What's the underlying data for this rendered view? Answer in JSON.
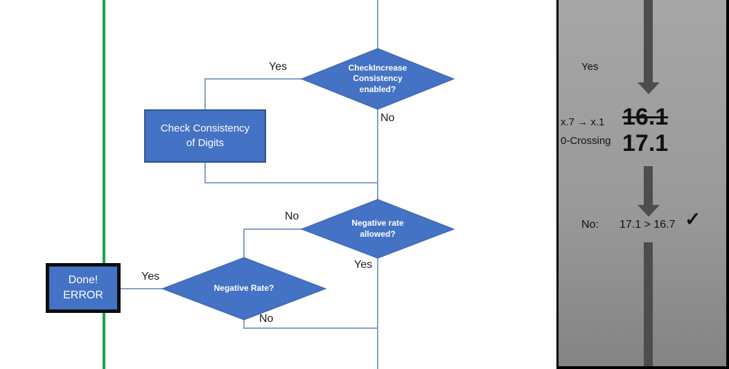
{
  "flowchart": {
    "decision_check_increase": "CheckIncrease\nConsistency\nenabled?",
    "process_check_consistency": "Check Consistency\nof Digits",
    "decision_negative_rate_allowed": "Negative rate\nallowed?",
    "decision_negative_rate": "Negative Rate?",
    "terminal_done_error": "Done!\nERROR",
    "edge_labels": {
      "check_increase_yes": "Yes",
      "check_increase_no": "No",
      "negative_rate_allowed_no": "No",
      "negative_rate_allowed_yes": "Yes",
      "negative_rate_yes": "Yes",
      "negative_rate_no": "No"
    }
  },
  "side_panel": {
    "yes_label": "Yes",
    "rule_line1": "x.7 → x.1",
    "rule_line2": "0-Crossing",
    "value_old": "16.1",
    "value_new": "17.1",
    "result_label": "No:",
    "result_comparison": "17.1 > 16.7",
    "checkmark": "✓"
  },
  "colors": {
    "shape_blue": "#4472c4",
    "shape_border_blue": "#2f528f",
    "connector_blue": "#85a1cc",
    "timeline_green": "#18a24e",
    "arrow_gray": "#4d4d4d",
    "panel_gray_top": "#a6a6a6",
    "panel_gray_bottom": "#848484",
    "done_border_black": "#0d0d0d"
  }
}
